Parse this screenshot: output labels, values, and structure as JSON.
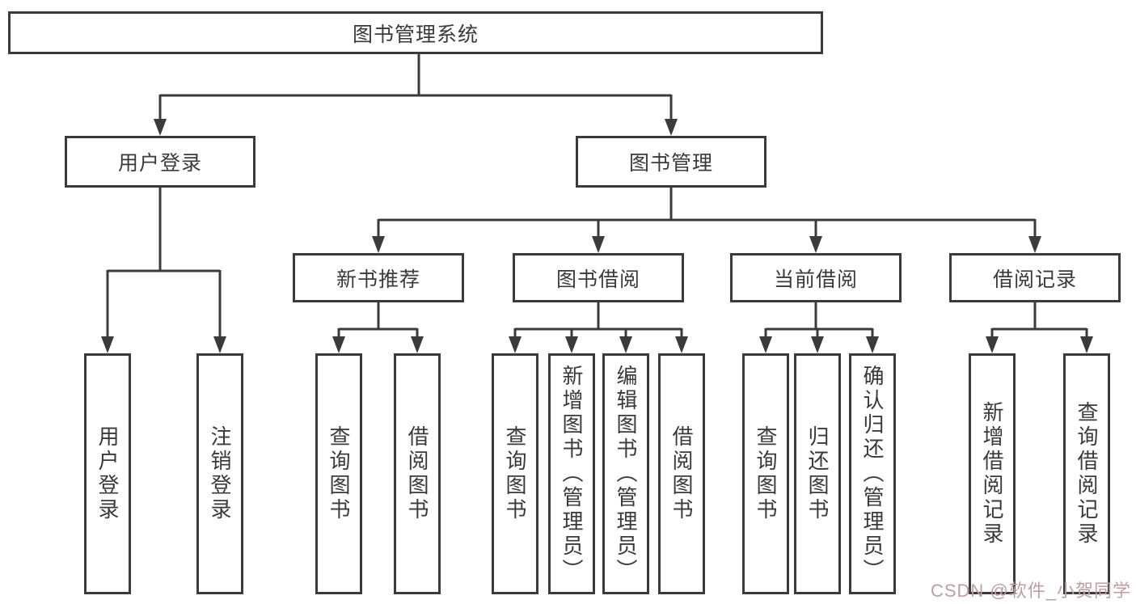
{
  "diagram": {
    "root": {
      "label": "图书管理系统"
    },
    "level2": [
      {
        "label": "用户登录"
      },
      {
        "label": "图书管理"
      }
    ],
    "level3": [
      {
        "label": "新书推荐"
      },
      {
        "label": "图书借阅"
      },
      {
        "label": "当前借阅"
      },
      {
        "label": "借阅记录"
      }
    ],
    "leaves": [
      {
        "label": "用户登录"
      },
      {
        "label": "注销登录"
      },
      {
        "label": "查询图书"
      },
      {
        "label": "借阅图书"
      },
      {
        "label": "查询图书"
      },
      {
        "label": "新增图书（管理员）"
      },
      {
        "label": "编辑图书（管理员）"
      },
      {
        "label": "借阅图书"
      },
      {
        "label": "查询图书"
      },
      {
        "label": "归还图书"
      },
      {
        "label": "确认归还（管理员）"
      },
      {
        "label": "新增借阅记录"
      },
      {
        "label": "查询借阅记录"
      }
    ]
  },
  "watermark": "CSDN @软件_小贺同学",
  "colors": {
    "line": "#3b3b3b",
    "text": "#3a3a3a",
    "watermark": "#bf9da1"
  }
}
